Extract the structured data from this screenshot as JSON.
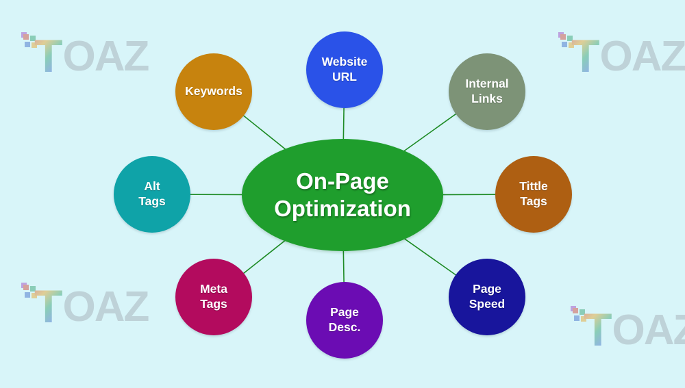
{
  "page": {
    "background": "#d8f5f9"
  },
  "diagram": {
    "connector_color": "#1d8a24"
  },
  "center": {
    "label": "On-Page\nOptimization",
    "color": "#1f9e2d"
  },
  "nodes": [
    {
      "name": "website-url",
      "label": "Website\nURL",
      "color": "#2a52e8"
    },
    {
      "name": "internal-links",
      "label": "Internal\nLinks",
      "color": "#7d9377"
    },
    {
      "name": "tittle-tags",
      "label": "Tittle\nTags",
      "color": "#ae5f12"
    },
    {
      "name": "page-speed",
      "label": "Page\nSpeed",
      "color": "#18159c"
    },
    {
      "name": "page-desc",
      "label": "Page\nDesc.",
      "color": "#6b0cb3"
    },
    {
      "name": "meta-tags",
      "label": "Meta\nTags",
      "color": "#b30b5e"
    },
    {
      "name": "alt-tags",
      "label": "Alt\nTags",
      "color": "#0fa3a8"
    },
    {
      "name": "keywords",
      "label": "Keywords",
      "color": "#c7830e"
    }
  ],
  "watermark": {
    "t": "T",
    "text": "OAZ"
  }
}
